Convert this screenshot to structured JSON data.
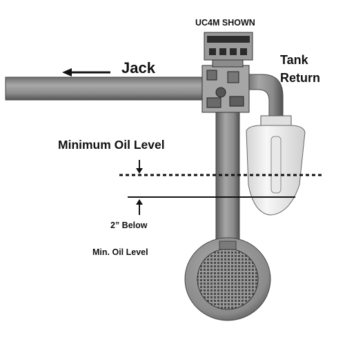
{
  "labels": {
    "model": "UC4M SHOWN",
    "jack": "Jack",
    "tank_return_line1": "Tank",
    "tank_return_line2": "Return",
    "minimum_oil_level": "Minimum Oil Level",
    "below_line1": "2” Below",
    "below_line2": "Min. Oil Level"
  },
  "colors": {
    "pipe": "#8a8a8a",
    "pipe_dark": "#5a5a5a",
    "valve_body": "#a9a9a9",
    "valve_dark": "#3a3a3a",
    "filter_bag": "#f0f0f0",
    "line": "#111111",
    "text": "#111111"
  },
  "icons": {
    "flow_arrow": "arrow-left-icon",
    "level_marker_down": "arrow-down-icon",
    "level_marker_up": "arrow-up-icon"
  }
}
